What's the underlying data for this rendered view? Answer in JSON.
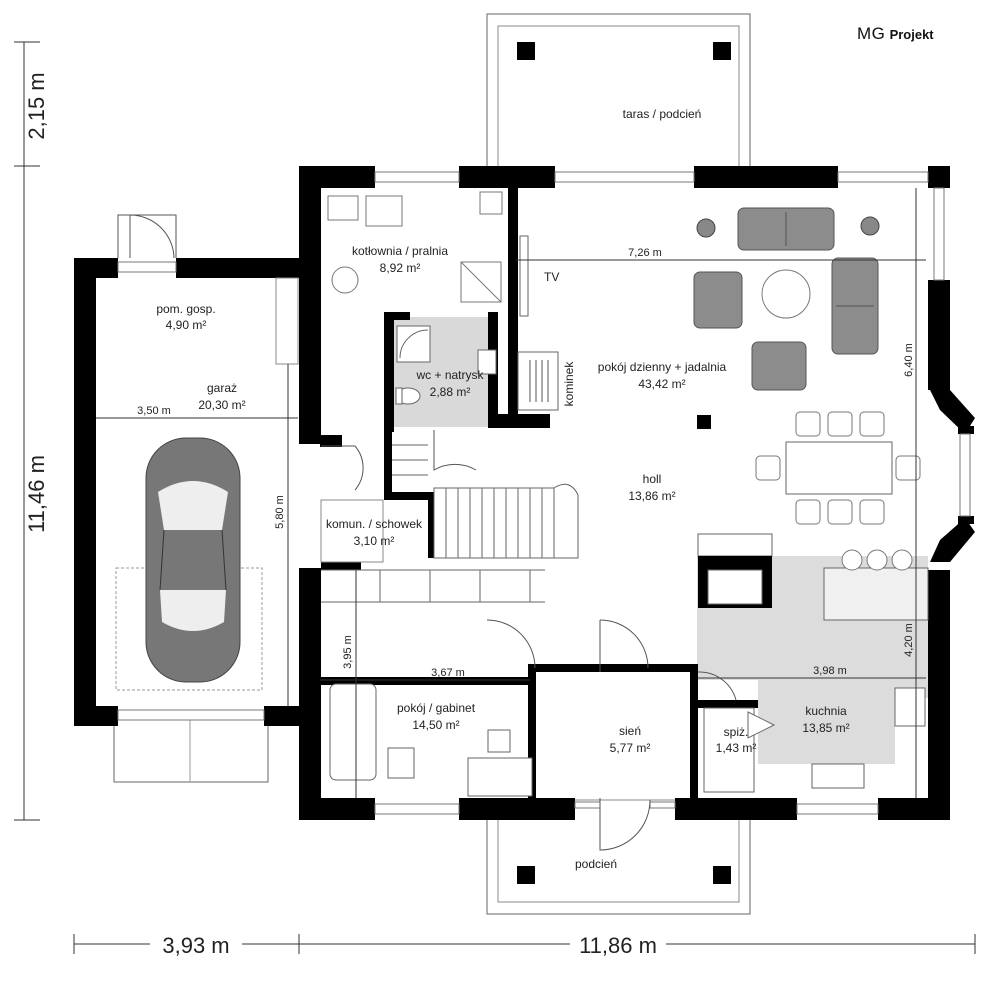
{
  "brand": {
    "logo_main": "MG",
    "logo_sub": "Projekt"
  },
  "rooms": {
    "taras": {
      "name": "taras / podcień"
    },
    "kotlownia": {
      "name": "kotłownia / pralnia",
      "area": "8,92 m²"
    },
    "pom_gosp": {
      "name": "pom. gosp.",
      "area": "4,90 m²"
    },
    "garaz": {
      "name": "garaż",
      "area": "20,30 m²"
    },
    "wc": {
      "name": "wc + natrysk",
      "area": "2,88 m²"
    },
    "dzienny": {
      "name": "pokój dzienny + jadalnia",
      "area": "43,42 m²"
    },
    "holl": {
      "name": "holl",
      "area": "13,86 m²"
    },
    "komun": {
      "name": "komun. / schowek",
      "area": "3,10 m²"
    },
    "gabinet": {
      "name": "pokój / gabinet",
      "area": "14,50 m²"
    },
    "sien": {
      "name": "sień",
      "area": "5,77 m²"
    },
    "spiz": {
      "name": "spiż.",
      "area": "1,43 m²"
    },
    "kuchnia": {
      "name": "kuchnia",
      "area": "13,85 m²"
    },
    "podcien": {
      "name": "podcień"
    }
  },
  "labels": {
    "tv": "TV",
    "kominek": "kominek"
  },
  "dimensions": {
    "total_height": "11,46 m",
    "top_height": "2,15 m",
    "width_left": "3,93 m",
    "width_right": "11,86 m",
    "living_width": "7,26 m",
    "living_height": "6,40 m",
    "kitchen_height": "4,20 m",
    "kitchen_width": "3,98 m",
    "garage_width": "3,50 m",
    "garage_height": "5,80 m",
    "study_width": "3,67 m",
    "study_height": "3,95 m"
  }
}
